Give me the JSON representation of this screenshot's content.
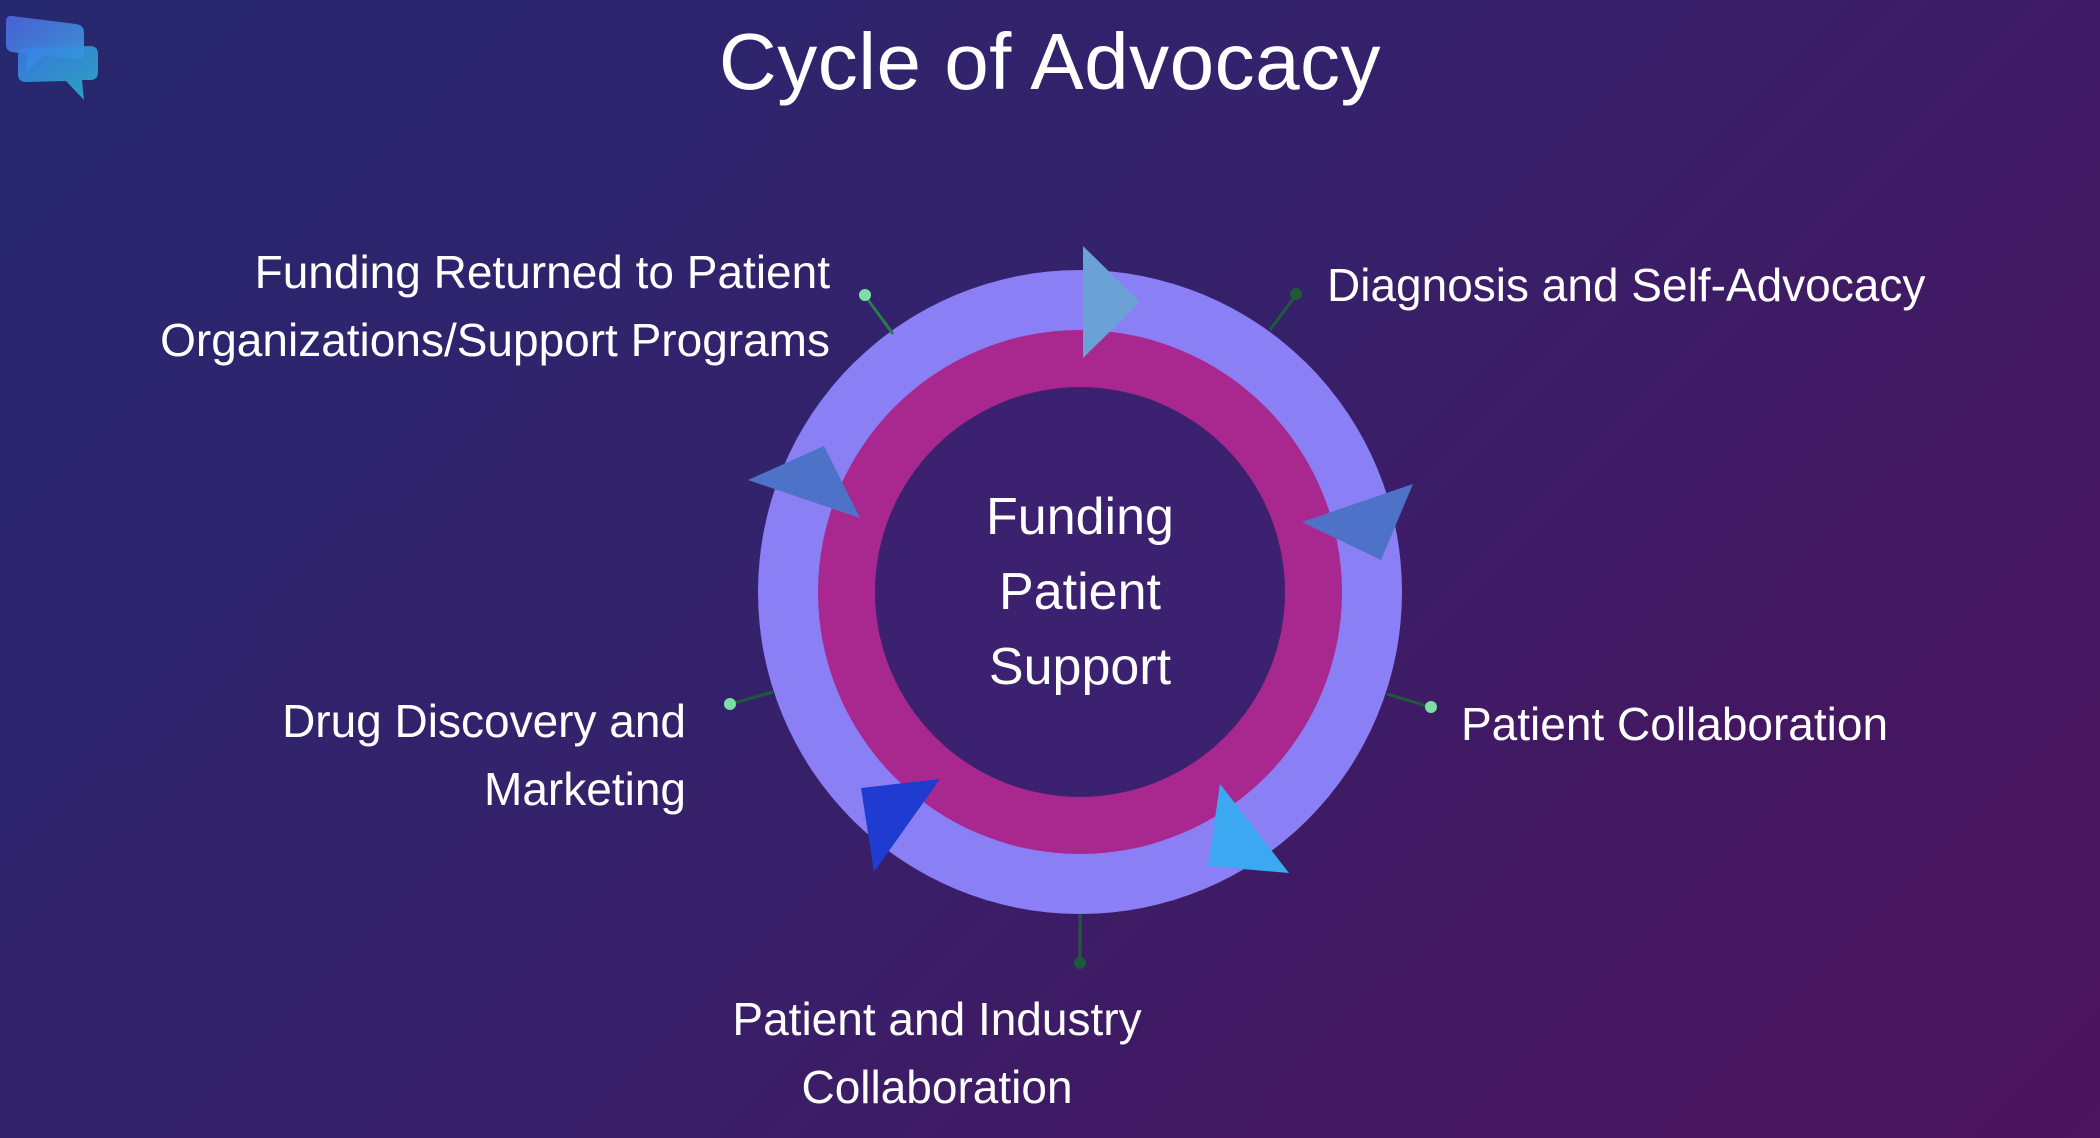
{
  "slide": {
    "title": "Cycle of Advocacy"
  },
  "logo": {
    "icon": "chat-bubbles-logo-icon"
  },
  "diagram": {
    "center": {
      "lines": [
        "Funding",
        "Patient",
        "Support"
      ]
    },
    "steps": [
      {
        "lines": [
          "Diagnosis and Self-Advocacy"
        ]
      },
      {
        "lines": [
          "Patient Collaboration"
        ]
      },
      {
        "lines": [
          "Patient and Industry",
          "Collaboration"
        ]
      },
      {
        "lines": [
          "Drug Discovery and",
          "Marketing"
        ]
      },
      {
        "lines": [
          "Funding Returned to Patient",
          "Organizations/Support Programs"
        ]
      }
    ],
    "colors": {
      "outer_ring": "#8a7ff4",
      "inner_ring": "#a9288f",
      "center_fill": "#3b2170",
      "arrow_colors": [
        "#6aa2d8",
        "#4f72c9",
        "#3da8f2",
        "#1f3bd0",
        "#4f72c9"
      ],
      "leader_dot": "#7be0a4",
      "leader_dot_dark": "#1e5a3a"
    }
  }
}
